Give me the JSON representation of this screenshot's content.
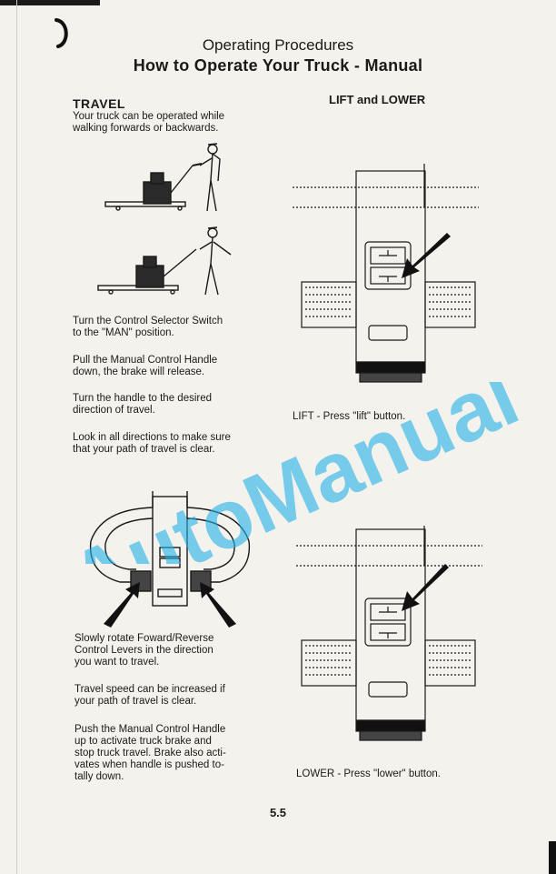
{
  "header": {
    "title": "Operating Procedures",
    "subtitle": "How to Operate Your Truck - Manual"
  },
  "travel": {
    "heading": "TRAVEL",
    "intro": [
      "Your truck can be operated while",
      "walking forwards or backwards."
    ],
    "step1": [
      "Turn the Control Selector Switch",
      "to the \"MAN\" position."
    ],
    "step2": [
      "Pull the Manual Control Handle",
      "down, the brake will release."
    ],
    "step3": [
      "Turn the handle to the desired",
      "direction of travel."
    ],
    "step4": [
      "Look in all directions to make sure",
      "that your path of travel is clear."
    ],
    "step5": [
      "Slowly rotate Foward/Reverse",
      "Control Levers in the direction",
      "you want to travel."
    ],
    "step6": [
      "Travel speed can be increased if",
      "your path of travel is clear."
    ],
    "step7": [
      "Push the Manual Control Handle",
      "up to activate truck brake and",
      "stop truck travel.  Brake also acti-",
      "vates when handle is pushed to-",
      "tally down."
    ]
  },
  "lift_lower": {
    "heading": "LIFT and LOWER",
    "lift_caption": "LIFT - Press \"lift\" button.",
    "lower_caption": "LOWER - Press \"lower\" button."
  },
  "watermark": "AutoManual",
  "page_number": "5.5",
  "colors": {
    "ink": "#1a1a1a",
    "paper": "#f4f2ec",
    "watermark": "#1fb1e8"
  }
}
